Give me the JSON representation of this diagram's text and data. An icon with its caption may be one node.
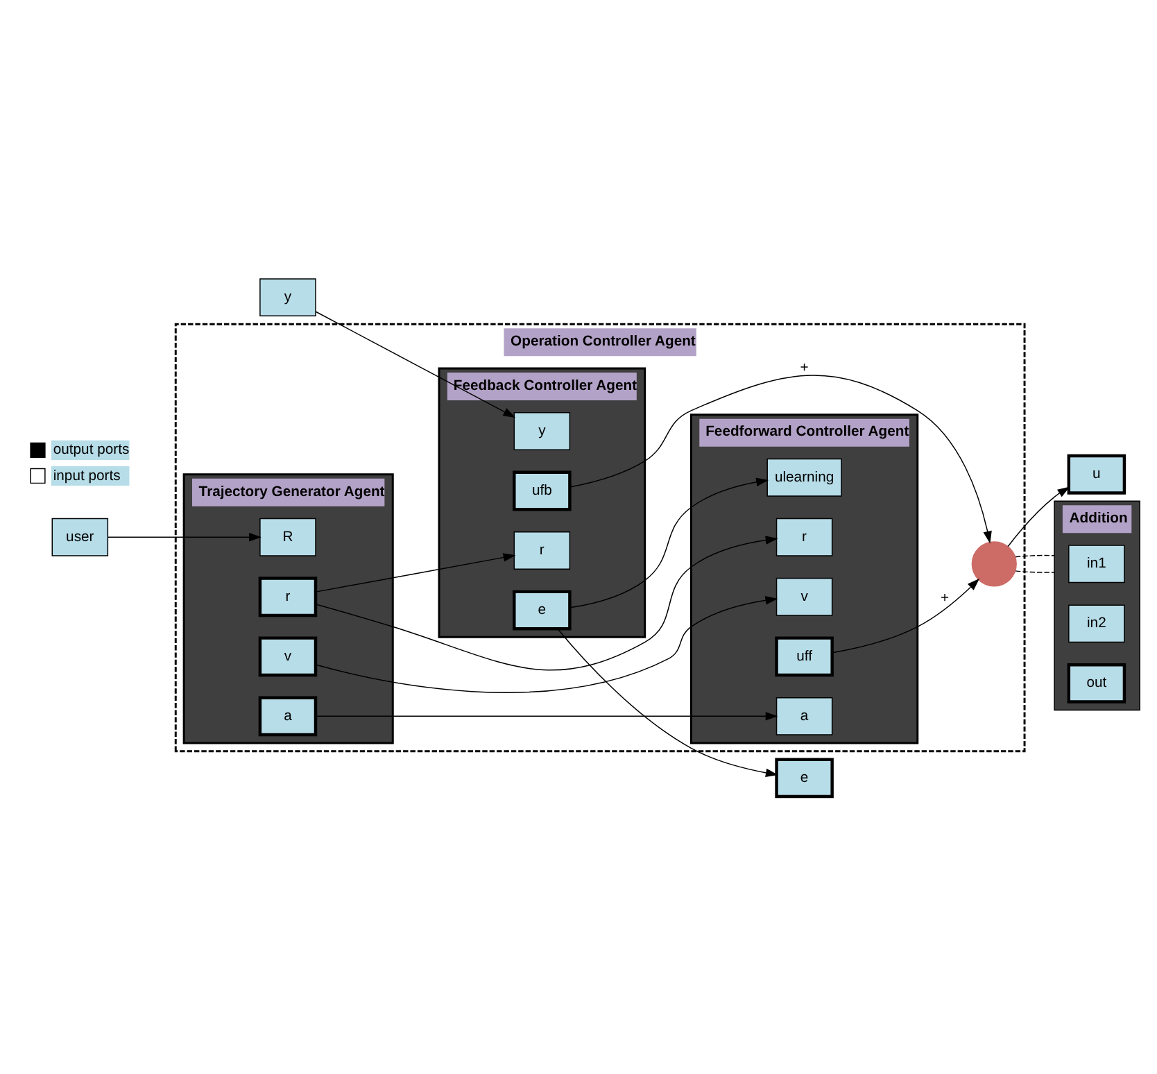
{
  "diagram": {
    "nodes": [
      {
        "text": [
          "Operation Controller Agent"
        ]
      },
      {
        "text": [
          "Trajectory Generator Agent"
        ],
        "in": 0
      },
      {
        "text": [
          "R"
        ],
        "in": 1
      },
      {
        "text": [
          "a"
        ],
        "in": 1
      },
      {
        "text": [
          "v"
        ],
        "in": 1
      },
      {
        "text": [
          "r"
        ],
        "in": 1
      },
      {
        "text": [
          "Feedforward Controller Agent"
        ],
        "in": 0
      },
      {
        "text": [
          "a"
        ],
        "in": 6
      },
      {
        "text": [
          "v"
        ],
        "in": 6
      },
      {
        "text": [
          "r"
        ],
        "in": 6
      },
      {
        "text": [
          "uff"
        ],
        "in": 6
      },
      {
        "text": [
          "ulearning"
        ],
        "in": 6
      },
      {
        "text": [
          "Feedback Controller Agent"
        ],
        "in": 0
      },
      {
        "text": [
          "r"
        ],
        "in": 12
      },
      {
        "text": [
          "e"
        ],
        "in": 12
      },
      {
        "text": [
          "y"
        ],
        "in": 12
      },
      {
        "text": [
          "ufb"
        ],
        "in": 12
      },
      {
        "text": [
          "user"
        ]
      },
      {
        "text": [
          "y"
        ]
      },
      {
        "text": [
          "e"
        ]
      },
      {
        "text": [
          "u"
        ]
      },
      {
        "text": [],
        "shape": "circle",
        "in": 0
      },
      {
        "text": [
          "Addition"
        ]
      },
      {
        "text": [
          "in1"
        ],
        "in": 22
      },
      {
        "text": [
          "in2"
        ],
        "in": 22
      },
      {
        "text": [
          "out"
        ],
        "in": 22
      }
    ],
    "edges": [
      {
        "from": 17,
        "to": 2,
        "arrow": "to"
      },
      {
        "from": 3,
        "to": 7,
        "arrow": "to"
      },
      {
        "from": 4,
        "to": 8,
        "arrow": "to"
      },
      {
        "from": 5,
        "to": 9,
        "arrow": "to"
      },
      {
        "from": 5,
        "to": 13,
        "arrow": "to"
      },
      {
        "from": 14,
        "to": 11,
        "arrow": "to"
      },
      {
        "from": 14,
        "to": 19,
        "arrow": "to"
      },
      {
        "from": 18,
        "to": 15,
        "arrow": "to"
      },
      {
        "from": 10,
        "to": 21,
        "label": "+",
        "arrow": "to"
      },
      {
        "from": 16,
        "to": 21,
        "label": "+",
        "arrow": "to"
      },
      {
        "from": 21,
        "to": 20,
        "arrow": "to"
      },
      {
        "from": 21,
        "to": 22,
        "arrow": "none",
        "style": "dashed"
      },
      {
        "from": 21,
        "to": 22,
        "arrow": "none",
        "style": "dashed"
      }
    ],
    "legend": [
      {
        "text": "output ports"
      },
      {
        "text": "input ports"
      }
    ]
  }
}
